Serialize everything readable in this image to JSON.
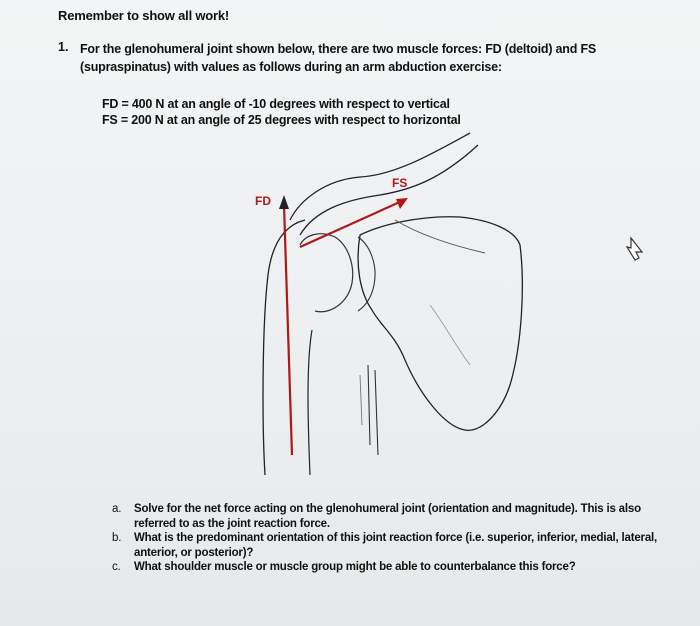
{
  "heading": "Remember to show all work!",
  "question": {
    "number": "1.",
    "text": "For the glenohumeral joint shown below, there are two muscle forces: FD (deltoid) and FS (supraspinatus) with values as follows during an arm abduction exercise:"
  },
  "given": {
    "fd_line": "FD = 400 N at an angle of -10 degrees with respect to vertical",
    "fs_line": "FS = 200 N at an angle of 25 degrees with respect to horizontal"
  },
  "figure": {
    "fd_label": "FD",
    "fs_label": "FS",
    "force_color": "#b01818",
    "cursor_icon": "pointer-cursor-icon"
  },
  "parts": [
    {
      "label": "a.",
      "text": "Solve for the net force acting on the glenohumeral joint (orientation and magnitude). This is also referred to as the joint reaction force."
    },
    {
      "label": "b.",
      "text": "What is the predominant orientation of this joint reaction force (i.e. superior, inferior, medial, lateral, anterior, or posterior)?"
    },
    {
      "label": "c.",
      "text": "What shoulder muscle or muscle group might be able to counterbalance this force?"
    }
  ]
}
